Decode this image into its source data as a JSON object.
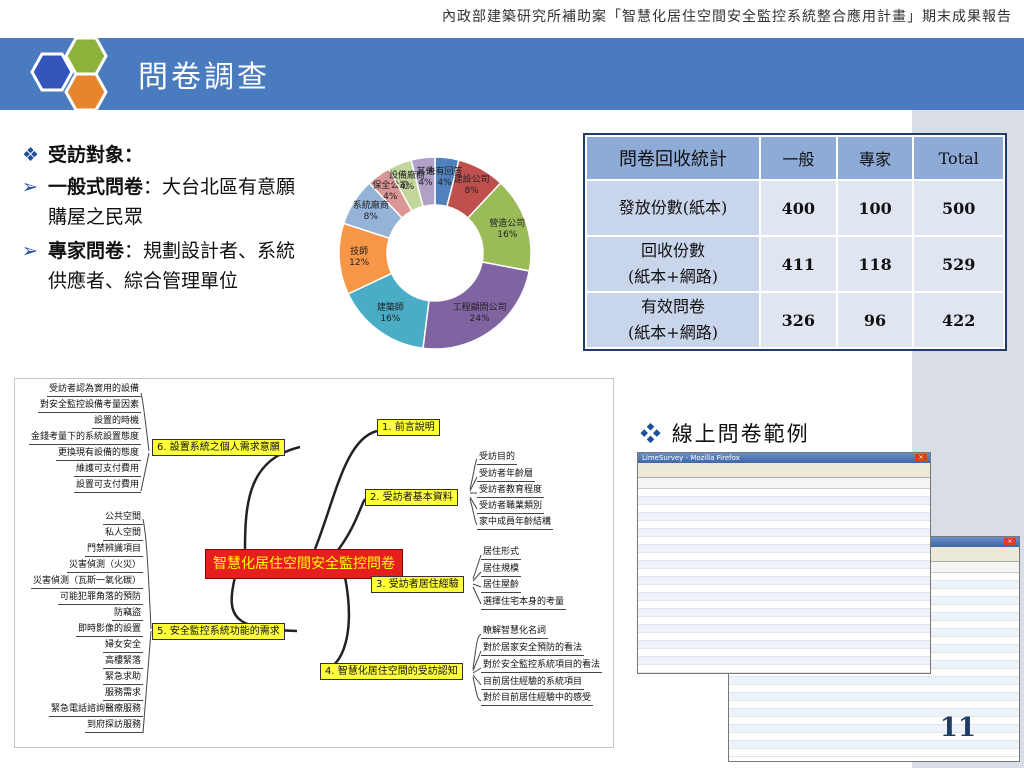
{
  "header": {
    "report_title": "內政部建築研究所補助案「智慧化居住空間安全監控系統整合應用計畫」期末成果報告"
  },
  "slide": {
    "title": "問卷調查",
    "page_number": "11"
  },
  "colors": {
    "title_bar": "#4a7bbf",
    "logo_blue": "#3355bb",
    "logo_green": "#8cb43c",
    "logo_orange": "#e8842c",
    "table_header": "#8eaad6",
    "table_rowhead": "#c9d5ea",
    "table_cell": "#dfe6f2",
    "mindmap_branch": "#ffff3a",
    "mindmap_center": "#e61e1e"
  },
  "survey_targets": {
    "heading": "受訪對象：",
    "items": [
      {
        "label": "一般式問卷",
        "sep": "：",
        "text": "大台北區有意願購屋之民眾"
      },
      {
        "label": "專家問卷",
        "sep": "：",
        "text": "規劃設計者、系統供應者、綜合管理單位"
      }
    ]
  },
  "chart_data": {
    "type": "pie",
    "donut": true,
    "categories": [
      "未有回答",
      "建設公司",
      "營造公司",
      "工程顧問公司",
      "建築師",
      "技師",
      "系統廠商",
      "保全公司",
      "設備廠商",
      "其他"
    ],
    "values": [
      4,
      8,
      16,
      24,
      16,
      12,
      8,
      4,
      4,
      4
    ],
    "labels": [
      "4%",
      "8%",
      "16%",
      "24%",
      "16%",
      "12%",
      "8%",
      "4%",
      "4%",
      "4%"
    ],
    "colors": [
      "#4f81bd",
      "#c0504d",
      "#9bbb59",
      "#8064a2",
      "#4bacc6",
      "#f79646",
      "#95b3d7",
      "#d99694",
      "#c3d69b",
      "#b2a1c7"
    ]
  },
  "stats_table": {
    "headers": [
      "問卷回收統計",
      "一般",
      "專家",
      "Total"
    ],
    "rows": [
      {
        "label_lines": [
          "發放份數(紙本)"
        ],
        "values": [
          "400",
          "100",
          "500"
        ]
      },
      {
        "label_lines": [
          "回收份數",
          "(紙本+網路)"
        ],
        "values": [
          "411",
          "118",
          "529"
        ]
      },
      {
        "label_lines": [
          "有效問卷",
          "(紙本+網路)"
        ],
        "values": [
          "326",
          "96",
          "422"
        ]
      }
    ]
  },
  "mindmap": {
    "center": "智慧化居住空間安全監控問卷",
    "branches": {
      "b1": "1.  前言說明",
      "b2": "2.  受訪者基本資料",
      "b3": "3.  受訪者居住經驗",
      "b4": "4.  智慧化居住空間的受訪認知",
      "b5": "5.  安全監控系統功能的需求",
      "b6": "6.  設置系統之個人需求意願"
    },
    "b2_items": [
      "受訪目的",
      "受訪者年齡層",
      "受訪者教育程度",
      "受訪者職業類別",
      "家中成員年齡結構"
    ],
    "b3_items": [
      "居住形式",
      "居住規模",
      "居住屋齡",
      "選擇住宅本身的考量"
    ],
    "b4_items": [
      "瞭解智慧化名詞",
      "對於居家安全預防的看法",
      "對於安全監控系統項目的看法",
      "目前居住經驗的系統項目",
      "對於目前居住經驗中的感受"
    ],
    "b5_items": [
      "公共空間",
      "私人空間",
      "門禁辨識項目",
      "災害偵測（火災）",
      "災害偵測（瓦斯一氧化碳）",
      "可能犯罪角落的預防",
      "防竊盜",
      "即時影像的設置",
      "婦女安全",
      "高樓緊落",
      "緊急求助",
      "服務需求",
      "緊急電話諮詢醫療服務",
      "到府探訪服務"
    ],
    "b6_items": [
      "受訪者認為實用的設備",
      "對安全監控設備考量因素",
      "設置的時機",
      "金錢考量下的系統設置態度",
      "更換現有設備的態度",
      "維護可支付費用",
      "設置可支付費用"
    ]
  },
  "online_survey": {
    "heading": "線上問卷範例",
    "window_title": "LimeSurvey - Mozilla Firefox"
  }
}
